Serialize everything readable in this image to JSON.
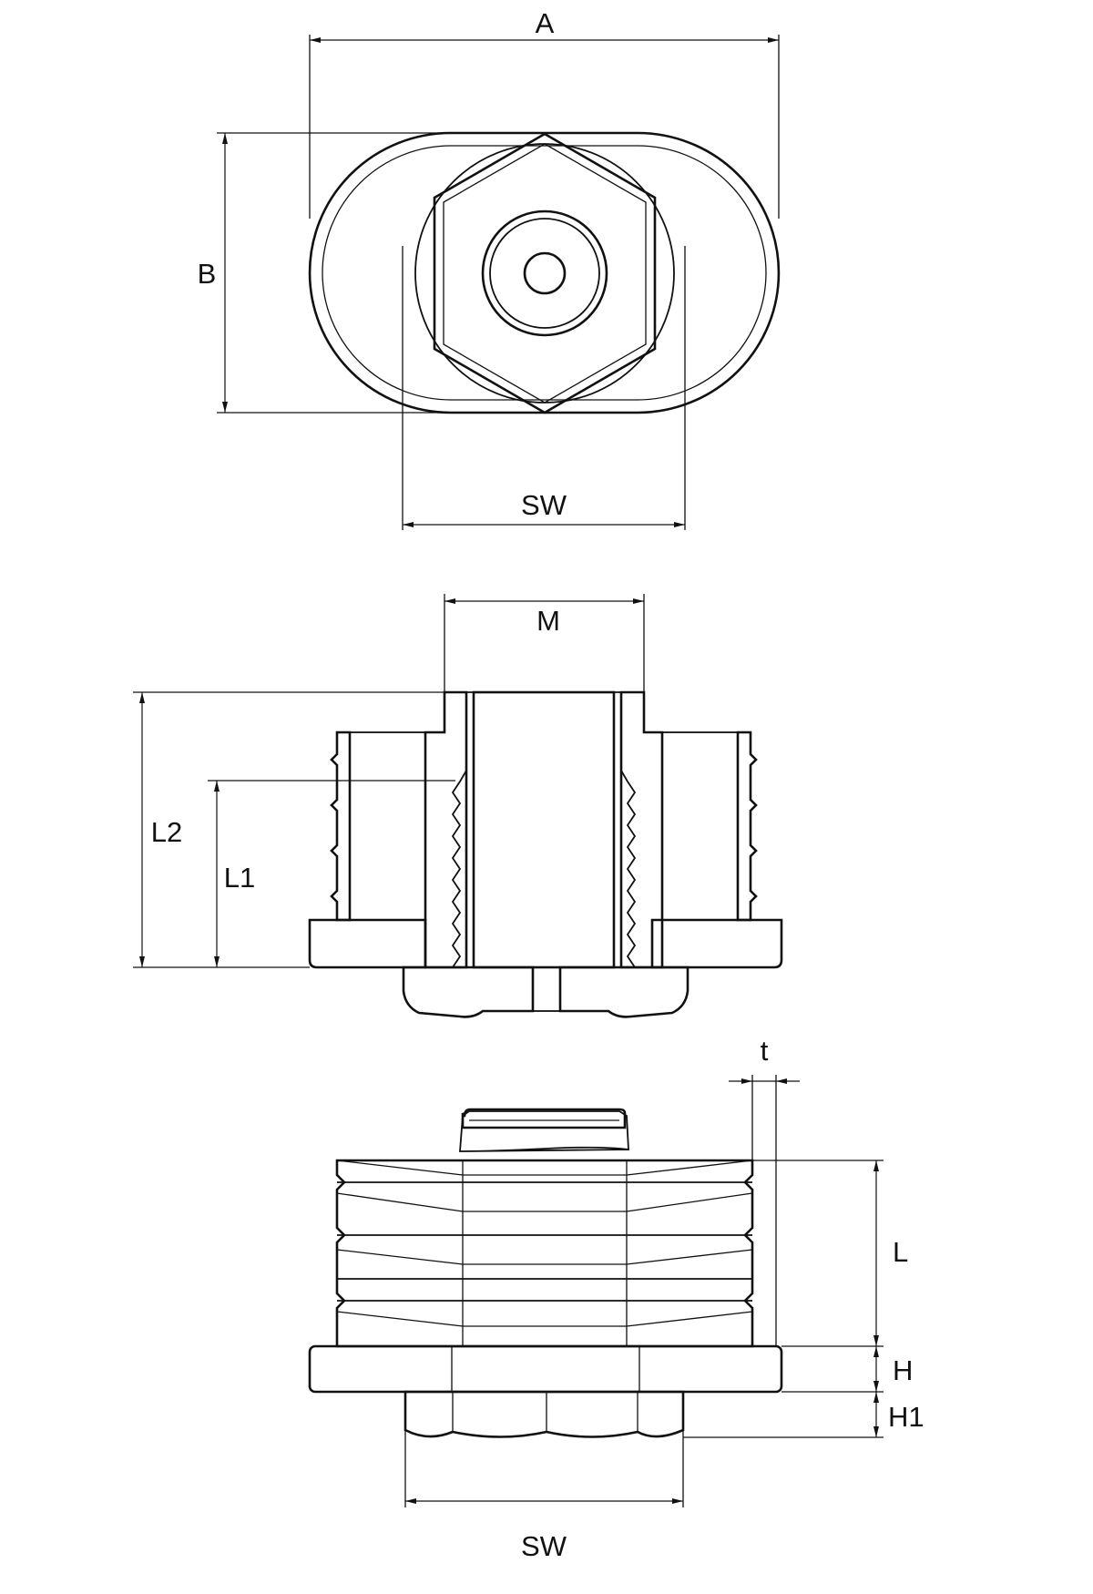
{
  "figure": {
    "top_view": {
      "label_a": "A",
      "label_b": "B",
      "label_sw": "SW"
    },
    "section_view": {
      "label_m": "M",
      "label_l2": "L2",
      "label_l1": "L1"
    },
    "side_view": {
      "label_t": "t",
      "label_l": "L",
      "label_h": "H",
      "label_h1": "H1",
      "label_sw": "SW"
    }
  }
}
